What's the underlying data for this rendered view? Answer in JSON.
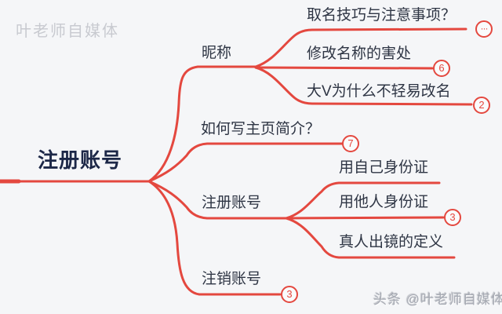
{
  "watermarks": {
    "top_left": "叶老师自媒体",
    "bottom_right": "头条 @叶老师自媒体"
  },
  "root": {
    "label": "注册账号"
  },
  "branches": [
    {
      "label": "昵称",
      "children": [
        {
          "label": "取名技巧与注意事项？",
          "badge": "···"
        },
        {
          "label": "修改名称的害处",
          "badge": "6"
        },
        {
          "label": "大V为什么不轻易改名",
          "badge": "2"
        }
      ]
    },
    {
      "label": "如何写主页简介？",
      "badge": "7"
    },
    {
      "label": "注册账号",
      "children": [
        {
          "label": "用自己身份证"
        },
        {
          "label": "用他人身份证",
          "badge": "3"
        },
        {
          "label": "真人出镜的定义"
        }
      ]
    },
    {
      "label": "注销账号",
      "badge": "3"
    }
  ],
  "colors": {
    "line": "#e4483f",
    "label_text": "#2e3544",
    "root_text": "#1c2747",
    "background": "#f5f6f8",
    "badge_bg": "#fafbfc",
    "watermark": "#c8cad0"
  }
}
